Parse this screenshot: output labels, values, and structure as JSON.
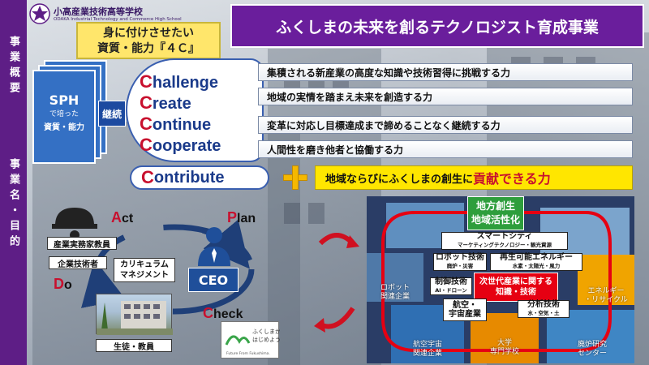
{
  "colors": {
    "sidebar": "#5e1e86",
    "title_bg": "#6a1e9c",
    "accent_red": "#c8102e",
    "c_word_blue": "#1a3a8a",
    "sph_blue": "#3470c4",
    "yellow": "#ffe600",
    "green": "#2e9e3c",
    "ceo_blue": "#1f4f9a"
  },
  "sidebar": {
    "section1": "事業概要",
    "section2": "事業名・目的"
  },
  "school": {
    "name": "小高産業技術高等学校",
    "name_en": "ODAKA Industrial Technology and Commerce High School",
    "logo_icon": "school-crest-icon"
  },
  "title": "ふくしまの未来を創るテクノロジスト育成事業",
  "qualities": {
    "line1": "身に付けさせたい",
    "line2": "資質・能力『４Ｃ』"
  },
  "sph": {
    "big": "SPH",
    "small": "で培った",
    "mid": "資質・能力"
  },
  "continuation": "継続",
  "four_c": [
    {
      "cap": "C",
      "rest": "hallenge",
      "desc": "集積される新産業の高度な知識や技術習得に挑戦する力"
    },
    {
      "cap": "C",
      "rest": "reate",
      "desc": "地域の実情を踏まえ未来を創造する力"
    },
    {
      "cap": "C",
      "rest": "ontinue",
      "desc": "変革に対応し目標達成まで諦めることなく継続する力"
    },
    {
      "cap": "C",
      "rest": "ooperate",
      "desc": "人間性を磨き他者と協働する力"
    }
  ],
  "contribute": {
    "cap": "C",
    "rest": "ontribute",
    "desc_a": "地域ならびにふくしまの創生に",
    "desc_b": "貢献できる力"
  },
  "pdca": {
    "act": {
      "cap": "A",
      "rest": "ct"
    },
    "plan": {
      "cap": "P",
      "rest": "lan"
    },
    "do": {
      "cap": "D",
      "rest": "o"
    },
    "check": {
      "cap": "C",
      "rest": "heck"
    },
    "industry_teacher": "産業実務家教員",
    "company_engineer": "企業技術者",
    "curriculum_1": "カリキュラム",
    "curriculum_2": "マネジメント",
    "ceo": "CEO",
    "students": "生徒・教員",
    "fukushima_logo_1": "ふくしまから",
    "fukushima_logo_2": "はじめよう。",
    "fukushima_logo_en": "Future From Fukushima."
  },
  "collage": {
    "regional_1": "地方創生",
    "regional_2": "地域活性化",
    "smart_city": {
      "title": "スマートシティ",
      "sub": "マーケティングテクノロジー・観光資源"
    },
    "robot": {
      "title": "ロボット技術",
      "sub": "廃炉・災害"
    },
    "renewable": {
      "title": "再生可能エネルギー",
      "sub": "水素・太陽光・風力"
    },
    "control": {
      "title": "制御技術",
      "sub": "AI・ドローン"
    },
    "center_1": "次世代産業に関する",
    "center_2": "知識・技術",
    "aerospace_1": "航空・",
    "aerospace_2": "宇宙産業",
    "analysis": {
      "title": "分析技術",
      "sub": "水・空気・土"
    },
    "robot_company_1": "ロボット",
    "robot_company_2": "関連企業",
    "energy_1": "エネルギー",
    "energy_2": "・リサイクル",
    "aero_company_1": "航空宇宙",
    "aero_company_2": "関連企業",
    "university_1": "大学",
    "university_2": "専門学校",
    "decom_1": "廃炉研究",
    "decom_2": "センター"
  }
}
